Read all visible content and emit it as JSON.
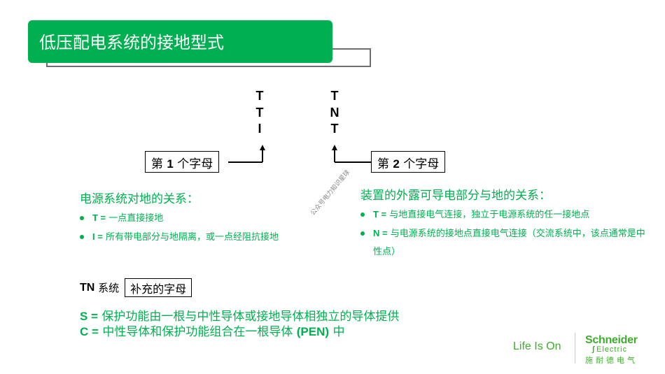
{
  "header": {
    "title": "低压配电系统的接地型式"
  },
  "diagram": {
    "column1_letters": [
      "T",
      "T",
      "I"
    ],
    "column2_letters": [
      "T",
      "N",
      "T"
    ],
    "label1": {
      "prefix": "第",
      "number": "1",
      "suffix": "个字母"
    },
    "label2": {
      "prefix": "第",
      "number": "2",
      "suffix": "个字母"
    }
  },
  "watermark": "公众号电力知识星球",
  "left_section": {
    "title": "电源系统对地的关系：",
    "items": [
      {
        "key": "T =",
        "text": "一点直接接地"
      },
      {
        "key": "I =",
        "text": "所有带电部分与地隔离，或一点经阻抗接地"
      }
    ]
  },
  "right_section": {
    "title": "装置的外露可导电部分与地的关系：",
    "items": [
      {
        "key": "T =",
        "text": "与地直接电气连接，独立于电源系统的任一接地点"
      },
      {
        "key": "N =",
        "text": "与电源系统的接地点直接电气连接（交流系统中，该点通常是中性点）"
      }
    ]
  },
  "tn_system": {
    "label_bold": "TN",
    "label": "系统",
    "box": "补充的字母",
    "definitions": [
      {
        "key": "S =",
        "text": "保护功能由一根与中性导体或接地导体相独立的导体提供"
      },
      {
        "key": "C =",
        "text": "中性导体和保护功能组合在一根导体",
        "bold_mid": "(PEN)",
        "tail": "中"
      }
    ]
  },
  "footer": {
    "slogan": "Life Is On",
    "brand": "Schneider",
    "brand_sub": "Electric",
    "brand_cn": "施耐德电气"
  },
  "colors": {
    "accent_green": "#00b050",
    "brand_green": "#3dae2b",
    "shadow_gray": "#6d6e71"
  }
}
